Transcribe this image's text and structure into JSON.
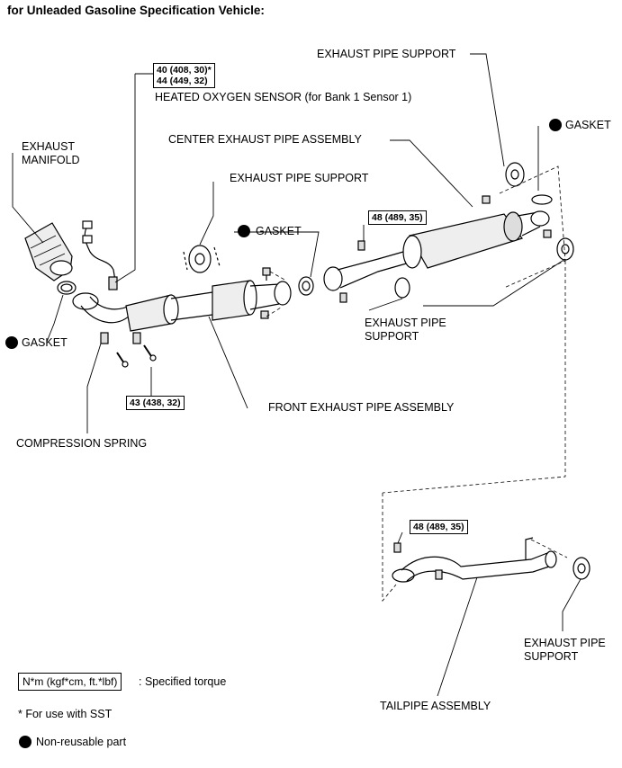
{
  "header": {
    "title": "for Unleaded Gasoline Specification Vehicle:"
  },
  "torque": {
    "sensor_line1": "40 (408, 30)*",
    "sensor_line2": "44 (449, 32)",
    "center_pipe": "48 (489, 35)",
    "front_pipe": "43 (438, 32)",
    "tailpipe": "48 (489, 35)"
  },
  "labels": {
    "exhaust_pipe_support_top": "EXHAUST PIPE SUPPORT",
    "heated_oxygen_sensor": "HEATED OXYGEN SENSOR (for Bank 1 Sensor 1)",
    "gasket_right": "GASKET",
    "center_exhaust_pipe": "CENTER EXHAUST PIPE ASSEMBLY",
    "exhaust_manifold_line1": "EXHAUST",
    "exhaust_manifold_line2": "MANIFOLD",
    "exhaust_pipe_support_mid": "EXHAUST PIPE SUPPORT",
    "gasket_mid": "GASKET",
    "exhaust_pipe_support_right_line1": "EXHAUST PIPE",
    "exhaust_pipe_support_right_line2": "SUPPORT",
    "gasket_left": "GASKET",
    "front_exhaust_pipe": "FRONT EXHAUST PIPE ASSEMBLY",
    "compression_spring": "COMPRESSION SPRING",
    "exhaust_pipe_support_bottom_line1": "EXHAUST PIPE",
    "exhaust_pipe_support_bottom_line2": "SUPPORT",
    "tailpipe_assembly": "TAILPIPE ASSEMBLY"
  },
  "legend": {
    "torque_units": "N*m (kgf*cm, ft.*lbf)",
    "torque_desc": ": Specified torque",
    "sst_note": "* For use with SST",
    "non_reusable": "Non-reusable part"
  }
}
